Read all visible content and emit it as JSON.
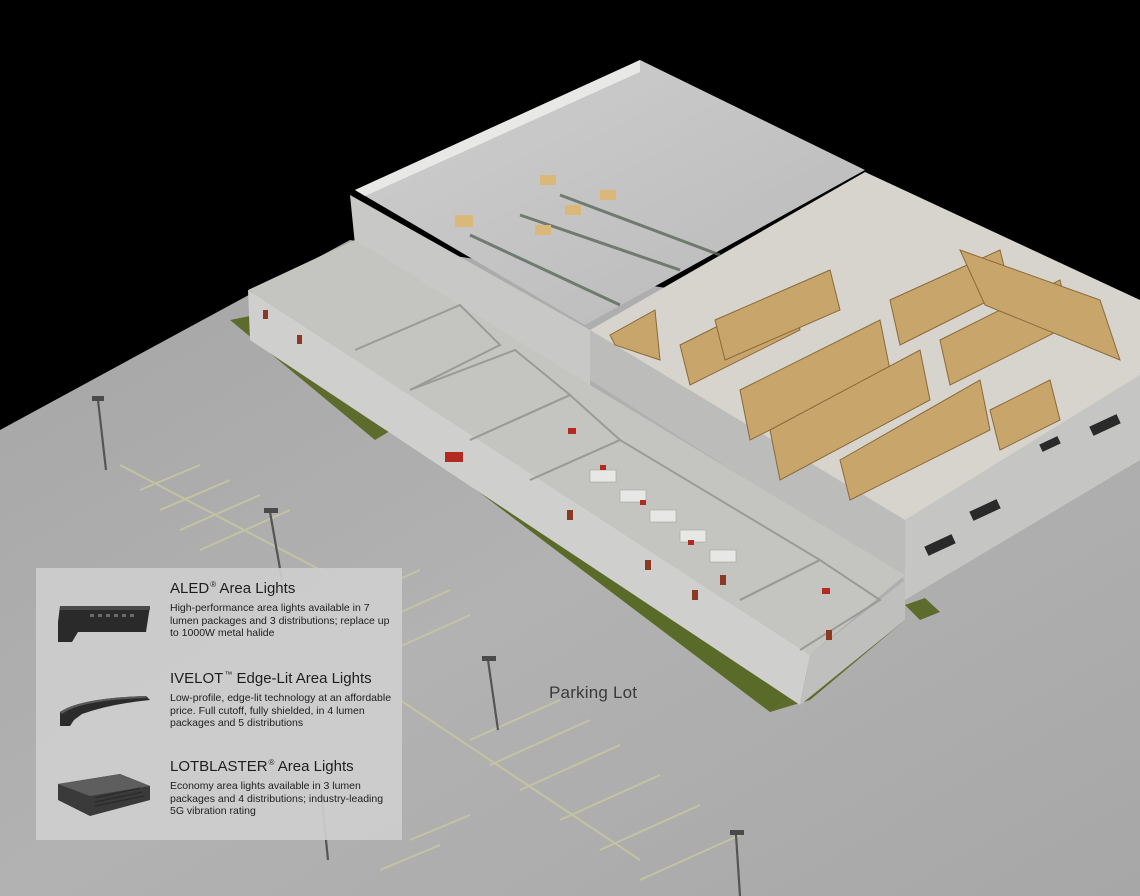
{
  "scene": {
    "parking_label": "Parking Lot"
  },
  "legend": {
    "items": [
      {
        "name": "ALED",
        "mark": "®",
        "suffix": " Area Lights",
        "description": "High-performance area lights available in 7 lumen packages and 3 distributions; replace up to 1000W metal halide",
        "icon": "aled-fixture-icon"
      },
      {
        "name": "IVELOT",
        "mark": "™",
        "suffix": " Edge-Lit Area Lights",
        "description": "Low-profile, edge-lit technology at an affordable price. Full cutoff, fully shielded, in 4 lumen packages and 5 distributions",
        "icon": "ivelot-fixture-icon"
      },
      {
        "name": "LOTBLASTER",
        "mark": "®",
        "suffix": " Area Lights",
        "description": "Economy area lights available in 3 lumen packages and 4 distributions; industry-leading 5G vibration rating",
        "icon": "lotblaster-fixture-icon"
      }
    ]
  },
  "colors": {
    "sky": "#000000",
    "parking": "#9d9d9d",
    "lawn": "#5a6a2a",
    "wall": "#d5d5d3",
    "shelving": "#c8a56a"
  }
}
